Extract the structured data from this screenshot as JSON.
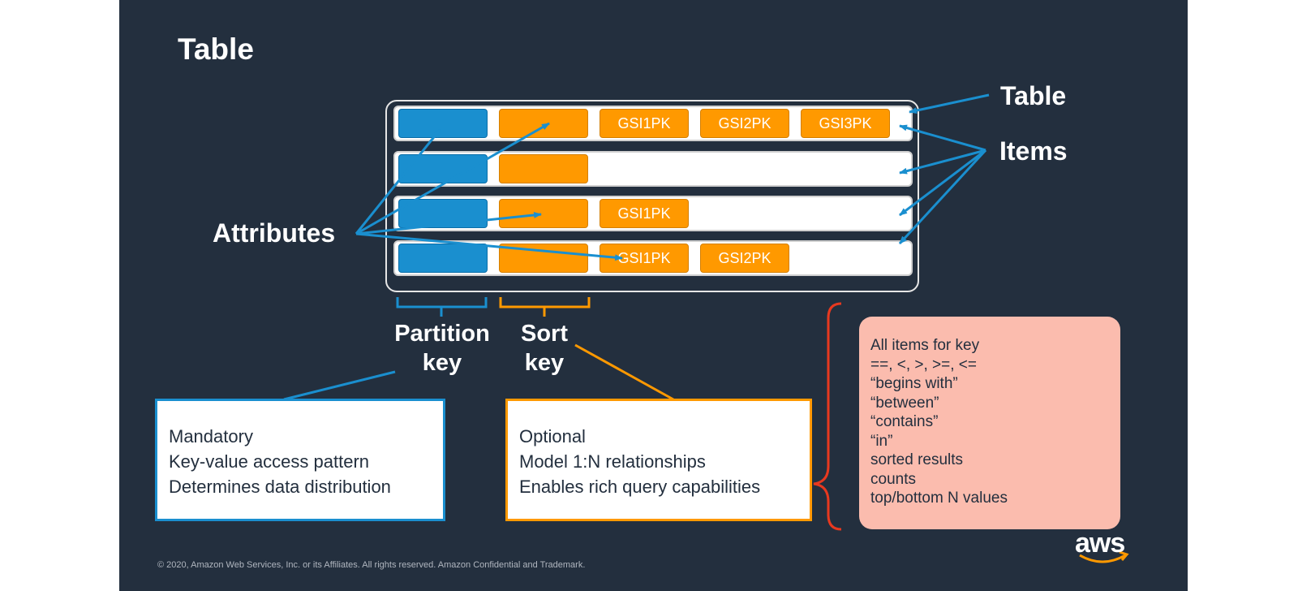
{
  "slide": {
    "title": "Table"
  },
  "row_cells": {
    "row1": [
      "GSI1PK",
      "GSI2PK",
      "GSI3PK"
    ],
    "row3": [
      "GSI1PK"
    ],
    "row4": [
      "GSI1PK",
      "GSI2PK"
    ]
  },
  "labels": {
    "table": "Table",
    "items": "Items",
    "attributes": "Attributes",
    "partition_key": [
      "Partition",
      "key"
    ],
    "sort_key": [
      "Sort",
      "key"
    ]
  },
  "partition_box": [
    "Mandatory",
    "Key-value access pattern",
    "Determines data distribution"
  ],
  "sort_box": [
    "Optional",
    "Model 1:N relationships",
    "Enables rich query capabilities"
  ],
  "query_box": [
    "All items for key",
    "==, <, >, >=, <=",
    "“begins with”",
    "“between”",
    "“contains”",
    "“in”",
    "sorted results",
    "counts",
    "top/bottom N values"
  ],
  "footer": "© 2020, Amazon Web Services, Inc. or its Affiliates. All rights reserved. Amazon Confidential and Trademark.",
  "logo": "aws",
  "colors": {
    "background": "#232f3e",
    "partition": "#1a8fcf",
    "sort": "#ff9900",
    "query_box": "#fbbcae",
    "bracket": "#e8391f"
  }
}
